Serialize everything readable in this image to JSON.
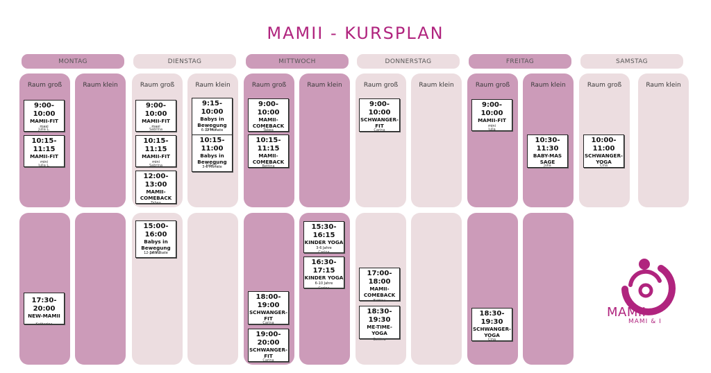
{
  "title": "MAMII - KURSPLAN",
  "colors": {
    "accent": "#b0247e",
    "dark_column": "#cc9bb9",
    "light_column": "#ecdde0"
  },
  "days": [
    "MONTAG",
    "DIENSTAG",
    "MITTWOCH",
    "DONNERSTAG",
    "FREITAG",
    "SAMSTAG"
  ],
  "rooms": {
    "large": "Raum groß",
    "small": "Raum klein"
  },
  "slots": {
    "mo_l1": {
      "time": "9:00-10:00",
      "name": "MAMII-FIT",
      "sub": "maxi",
      "trainer": "Julia L."
    },
    "mo_l2": {
      "time": "10:15-11:15",
      "name": "MAMII-FIT",
      "sub": "mini",
      "trainer": "Julia L."
    },
    "mo_l3": {
      "time": "17:30-20:00",
      "name": "NEW-MAMII",
      "trainer": "Katharina"
    },
    "di_l1": {
      "time": "9:00-10:00",
      "name": "MAMII-FIT",
      "sub": "maxi",
      "trainer": "Sabrina"
    },
    "di_l2": {
      "time": "10:15-11:15",
      "name": "MAMII-FIT",
      "sub": "mini",
      "trainer": "Sabrina"
    },
    "di_l3": {
      "time": "12:00-13:00",
      "name": "MAMII-COMEBACK",
      "trainer": "Tabea"
    },
    "di_l4": {
      "time": "15:00-16:00",
      "name": "Babys in Bewegung",
      "sub": "12-24 Monate",
      "trainer": "Julia Z."
    },
    "di_s1": {
      "time": "9:15-10:00",
      "name": "Babys in Bewegung",
      "sub": "6-12 Monate",
      "trainer": "Julia Z."
    },
    "di_s2": {
      "time": "10:15-11:00",
      "name": "Babys in Bewegung",
      "sub": "3-6 Monate",
      "trainer": "Julia Z."
    },
    "mi_l1": {
      "time": "9:00-10:00",
      "name": "MAMII-COMEBACK",
      "trainer": "Tabea"
    },
    "mi_l2": {
      "time": "10:15-11:15",
      "name": "MAMII-COMEBACK",
      "trainer": "Bettina"
    },
    "mi_l3": {
      "time": "18:00-19:00",
      "name": "SCHWANGER-FIT",
      "trainer": "Carina"
    },
    "mi_l4": {
      "time": "19:00-20:00",
      "name": "SCHWANGER-FIT",
      "trainer": "Carina"
    },
    "mi_s1": {
      "time": "15:30-16:15",
      "name": "KINDER YOGA",
      "sub": "3-6 Jahre",
      "trainer": "Carina"
    },
    "mi_s2": {
      "time": "16:30-17:15",
      "name": "KINDER YOGA",
      "sub": "6-10 Jahre",
      "trainer": "Carina"
    },
    "do_l1": {
      "time": "9:00-10:00",
      "name": "SCHWANGER-FIT",
      "trainer": "Carina"
    },
    "do_l2": {
      "time": "17:00-18:00",
      "name": "MAMII-COMEBACK",
      "trainer": "Bettina"
    },
    "do_l3": {
      "time": "18:30-19:30",
      "name": "ME-TIME-YOGA",
      "trainer": "Bettina"
    },
    "fr_l1": {
      "time": "9:00-10:00",
      "name": "MAMII-FIT",
      "sub": "mini",
      "trainer": "Julia"
    },
    "fr_l2": {
      "time": "18:30-19:30",
      "name": "SCHWANGER-YOGA",
      "trainer": "Cina"
    },
    "fr_s1": {
      "time": "10:30-11:30",
      "name": "BABY-MASSAGE",
      "trainer": "Julia"
    },
    "sa_l1": {
      "time": "10:00-11:00",
      "name": "SCHWANGER-YOGA",
      "trainer": "Cina"
    }
  },
  "logo": {
    "icon": "mother-child-logo-icon",
    "name": "MAMII",
    "tagline": "MAMI & I"
  }
}
